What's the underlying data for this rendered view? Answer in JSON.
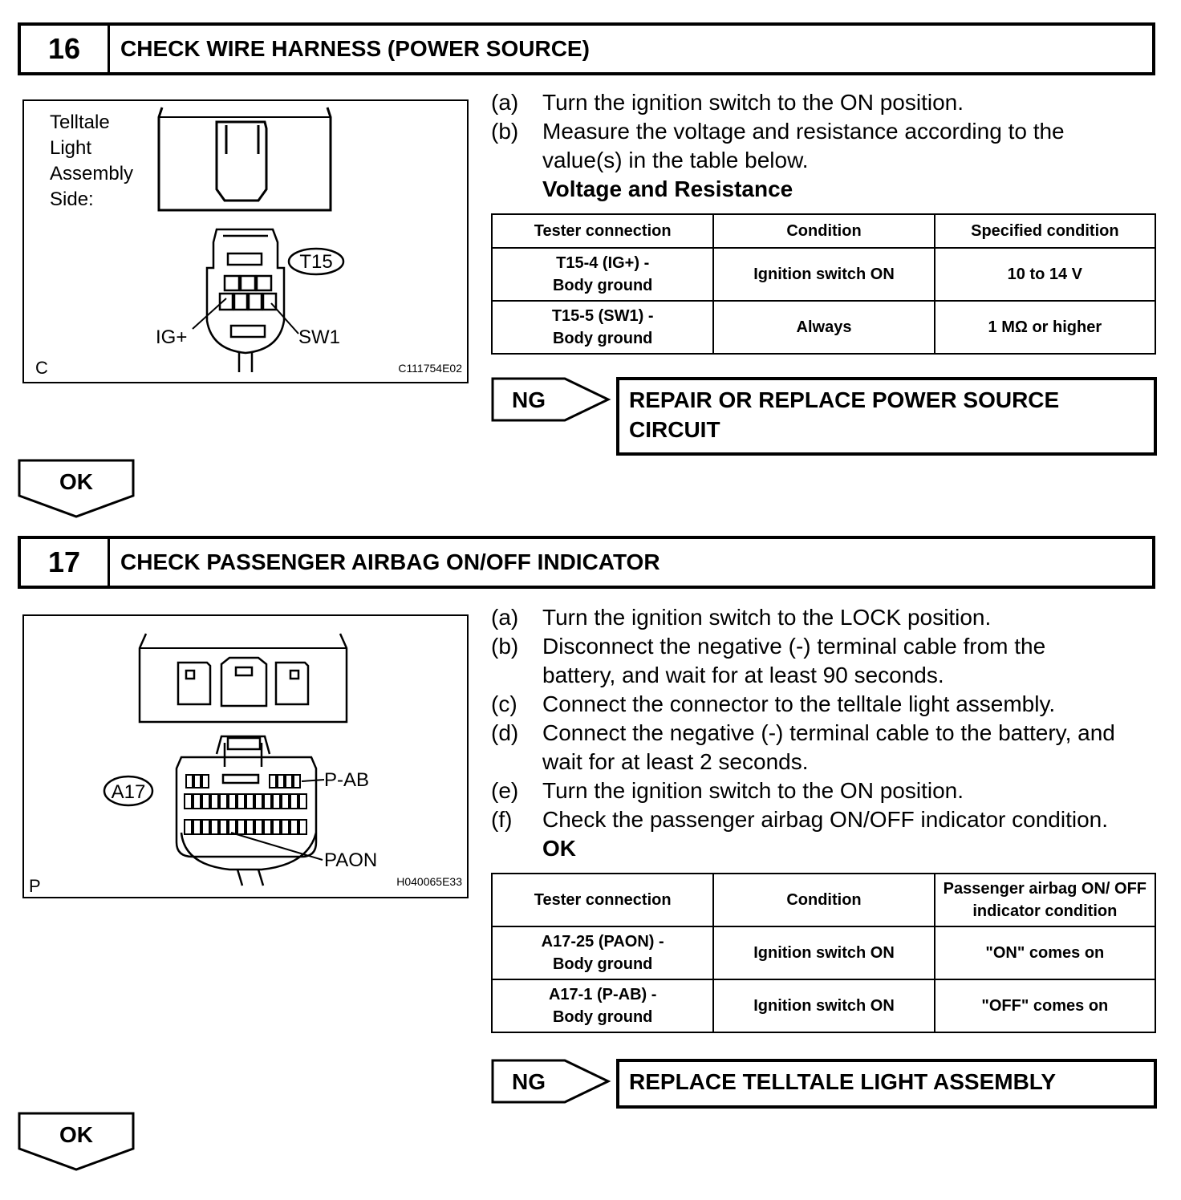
{
  "s16": {
    "num": "16",
    "title": "CHECK WIRE HARNESS (POWER SOURCE)",
    "fig": {
      "side_label": [
        "Telltale",
        "Light",
        "Assembly",
        "Side:"
      ],
      "connector": "T15",
      "pin_left": "IG+",
      "pin_right": "SW1",
      "corner": "C",
      "code": "C111754E02"
    },
    "steps": [
      {
        "l": "(a)",
        "t": "Turn the ignition switch to the ON position."
      },
      {
        "l": "(b)",
        "t": "Measure the voltage and resistance according to the value(s) in the table below."
      }
    ],
    "sub": "Voltage and Resistance",
    "table": {
      "headers": [
        "Tester connection",
        "Condition",
        "Specified condition"
      ],
      "rows": [
        [
          "T15-4 (IG+) -",
          "Body ground",
          "Ignition switch ON",
          "10 to 14 V"
        ],
        [
          "T15-5 (SW1) -",
          "Body ground",
          "Always",
          "1 MΩ or higher"
        ]
      ]
    },
    "ng": "NG",
    "ng_result": "REPAIR OR REPLACE POWER SOURCE CIRCUIT",
    "ok": "OK"
  },
  "s17": {
    "num": "17",
    "title": "CHECK PASSENGER AIRBAG ON/OFF INDICATOR",
    "fig": {
      "connector": "A17",
      "pin_top": "P-AB",
      "pin_bottom": "PAON",
      "corner": "P",
      "code": "H040065E33"
    },
    "steps": [
      {
        "l": "(a)",
        "t": "Turn the ignition switch to the LOCK position."
      },
      {
        "l": "(b)",
        "t": "Disconnect the negative (-) terminal cable from the battery, and wait for at least 90 seconds."
      },
      {
        "l": "(c)",
        "t": "Connect the connector to the telltale light assembly."
      },
      {
        "l": "(d)",
        "t": "Connect the negative (-) terminal cable to the battery, and wait for at least 2 seconds."
      },
      {
        "l": "(e)",
        "t": "Turn the ignition switch to the ON position."
      },
      {
        "l": "(f)",
        "t": "Check the passenger airbag ON/OFF indicator condition."
      }
    ],
    "sub": "OK",
    "table": {
      "headers": [
        "Tester connection",
        "Condition",
        "Passenger airbag ON/ OFF indicator condition"
      ],
      "rows": [
        [
          "A17-25 (PAON) -",
          "Body ground",
          "Ignition switch ON",
          "\"ON\" comes on"
        ],
        [
          "A17-1 (P-AB) -",
          "Body ground",
          "Ignition switch ON",
          "\"OFF\" comes on"
        ]
      ]
    },
    "ng": "NG",
    "ng_result": "REPLACE TELLTALE LIGHT ASSEMBLY",
    "ok": "OK"
  }
}
